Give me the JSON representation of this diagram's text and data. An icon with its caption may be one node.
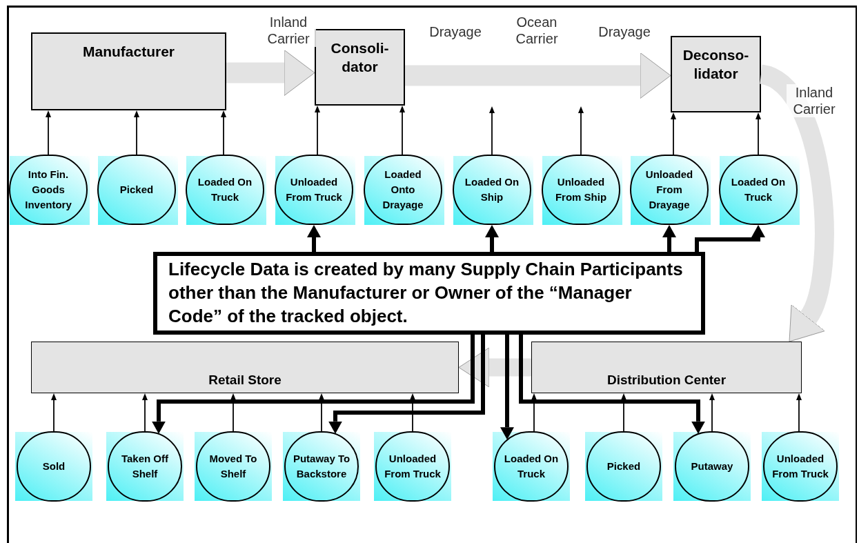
{
  "diagram": {
    "nodes": [
      {
        "text": [
          "Manufacturer"
        ]
      },
      {
        "text": [
          "Consoli- dator"
        ]
      },
      {
        "text": [
          "Deconso- lidator"
        ]
      },
      {
        "text": [
          "Retail Store"
        ]
      },
      {
        "text": [
          "Distribution Center"
        ]
      },
      {
        "text": [
          "Into Fin. Goods Inventory"
        ]
      },
      {
        "text": [
          "Picked"
        ]
      },
      {
        "text": [
          "Loaded On Truck"
        ]
      },
      {
        "text": [
          "Unloaded From Truck"
        ]
      },
      {
        "text": [
          "Loaded Onto Drayage"
        ]
      },
      {
        "text": [
          "Loaded On Ship"
        ]
      },
      {
        "text": [
          "Unloaded From Ship"
        ]
      },
      {
        "text": [
          "Unloaded From Drayage"
        ]
      },
      {
        "text": [
          "Loaded On Truck"
        ]
      },
      {
        "text": [
          "Sold"
        ]
      },
      {
        "text": [
          "Taken Off Shelf"
        ]
      },
      {
        "text": [
          "Moved To Shelf"
        ]
      },
      {
        "text": [
          "Putaway To Backstore"
        ]
      },
      {
        "text": [
          "Unloaded From Truck"
        ]
      },
      {
        "text": [
          "Loaded On Truck"
        ]
      },
      {
        "text": [
          "Picked"
        ]
      },
      {
        "text": [
          "Putaway"
        ]
      },
      {
        "text": [
          "Unloaded From Truck"
        ]
      },
      {
        "text": [
          "Lifecycle Data is created by many Supply Chain Participants other than the Manufacturer or Owner of the “Manager Code” of the tracked object."
        ]
      }
    ],
    "edges": [
      {
        "from": 0,
        "to": 1,
        "arrow": "to",
        "label": "Inland Carrier",
        "style": "thick",
        "color": "#e3e3e3"
      },
      {
        "from": 1,
        "to": 2,
        "arrow": "to",
        "style": "thick",
        "color": "#e3e3e3"
      },
      {
        "from": 2,
        "to": 4,
        "arrow": "to",
        "label": "Inland Carrier",
        "style": "thick",
        "color": "#e3e3e3"
      },
      {
        "from": 4,
        "to": 3,
        "arrow": "to",
        "style": "thick",
        "color": "#e3e3e3"
      },
      {
        "from": 5,
        "to": 0,
        "arrow": "to"
      },
      {
        "from": 6,
        "to": 0,
        "arrow": "to"
      },
      {
        "from": 7,
        "to": 0,
        "arrow": "to"
      },
      {
        "from": 8,
        "to": 1,
        "arrow": "to"
      },
      {
        "from": 9,
        "to": 1,
        "arrow": "to"
      },
      {
        "from": 12,
        "to": 2,
        "arrow": "to"
      },
      {
        "from": 13,
        "to": 2,
        "arrow": "to"
      },
      {
        "from": 10,
        "to": null,
        "arrow": "to"
      },
      {
        "from": 11,
        "to": null,
        "arrow": "to"
      },
      {
        "from": 14,
        "to": 3,
        "arrow": "to"
      },
      {
        "from": 15,
        "to": 3,
        "arrow": "to"
      },
      {
        "from": 16,
        "to": 3,
        "arrow": "to"
      },
      {
        "from": 17,
        "to": 3,
        "arrow": "to"
      },
      {
        "from": 18,
        "to": 3,
        "arrow": "to"
      },
      {
        "from": 19,
        "to": 4,
        "arrow": "to"
      },
      {
        "from": 20,
        "to": 4,
        "arrow": "to"
      },
      {
        "from": 21,
        "to": 4,
        "arrow": "to"
      },
      {
        "from": 22,
        "to": 4,
        "arrow": "to"
      },
      {
        "from": 23,
        "to": 8,
        "arrow": "to",
        "style": "thick"
      },
      {
        "from": 23,
        "to": 10,
        "arrow": "to",
        "style": "thick"
      },
      {
        "from": 23,
        "to": 12,
        "arrow": "to",
        "style": "thick"
      },
      {
        "from": 23,
        "to": 13,
        "arrow": "to",
        "style": "thick"
      },
      {
        "from": 23,
        "to": 15,
        "arrow": "to",
        "style": "thick"
      },
      {
        "from": 23,
        "to": 17,
        "arrow": "to",
        "style": "thick"
      },
      {
        "from": 23,
        "to": 19,
        "arrow": "to",
        "style": "thick"
      },
      {
        "from": 23,
        "to": 21,
        "arrow": "to",
        "style": "thick"
      }
    ],
    "labels": [
      "Drayage",
      "Ocean Carrier",
      "Drayage"
    ]
  }
}
